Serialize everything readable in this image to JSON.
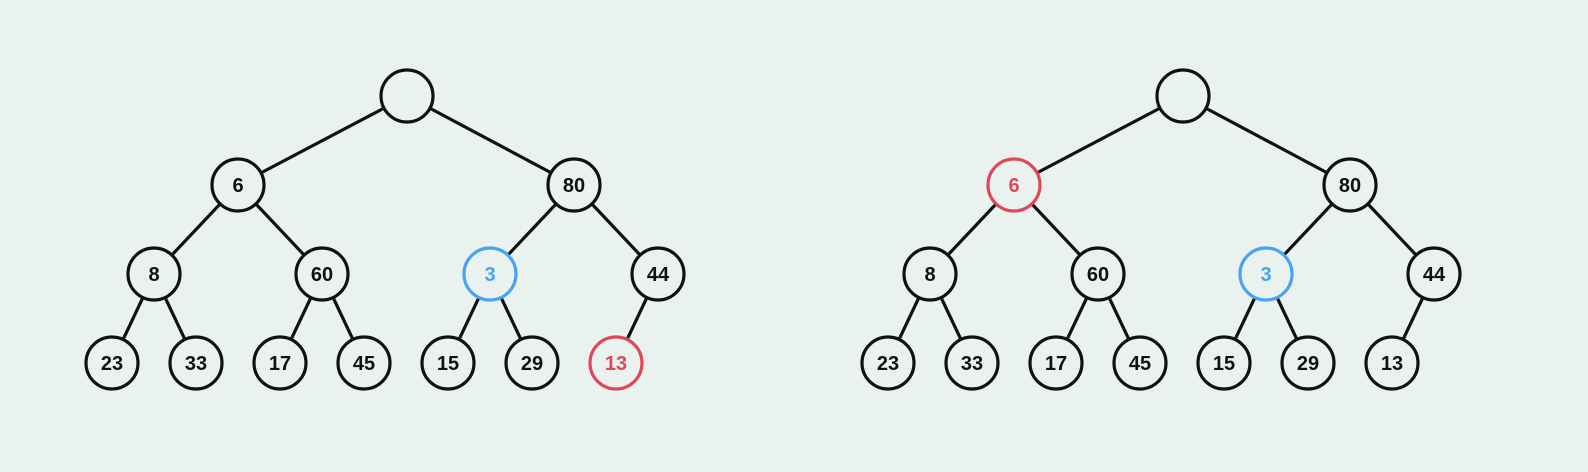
{
  "colors": {
    "background": "#eaf2ef",
    "default": "#111111",
    "red": "#e0475a",
    "blue": "#4aa3f0"
  },
  "trees": [
    {
      "nodes": [
        {
          "label": "",
          "color": "default"
        },
        {
          "label": "6",
          "color": "default"
        },
        {
          "label": "80",
          "color": "default"
        },
        {
          "label": "8",
          "color": "default"
        },
        {
          "label": "60",
          "color": "default"
        },
        {
          "label": "3",
          "color": "blue"
        },
        {
          "label": "44",
          "color": "default"
        },
        {
          "label": "23",
          "color": "default"
        },
        {
          "label": "33",
          "color": "default"
        },
        {
          "label": "17",
          "color": "default"
        },
        {
          "label": "45",
          "color": "default"
        },
        {
          "label": "15",
          "color": "default"
        },
        {
          "label": "29",
          "color": "default"
        },
        {
          "label": "13",
          "color": "red"
        }
      ]
    },
    {
      "nodes": [
        {
          "label": "",
          "color": "default"
        },
        {
          "label": "6",
          "color": "red"
        },
        {
          "label": "80",
          "color": "default"
        },
        {
          "label": "8",
          "color": "default"
        },
        {
          "label": "60",
          "color": "default"
        },
        {
          "label": "3",
          "color": "blue"
        },
        {
          "label": "44",
          "color": "default"
        },
        {
          "label": "23",
          "color": "default"
        },
        {
          "label": "33",
          "color": "default"
        },
        {
          "label": "17",
          "color": "default"
        },
        {
          "label": "45",
          "color": "default"
        },
        {
          "label": "15",
          "color": "default"
        },
        {
          "label": "29",
          "color": "default"
        },
        {
          "label": "13",
          "color": "default"
        }
      ]
    }
  ]
}
